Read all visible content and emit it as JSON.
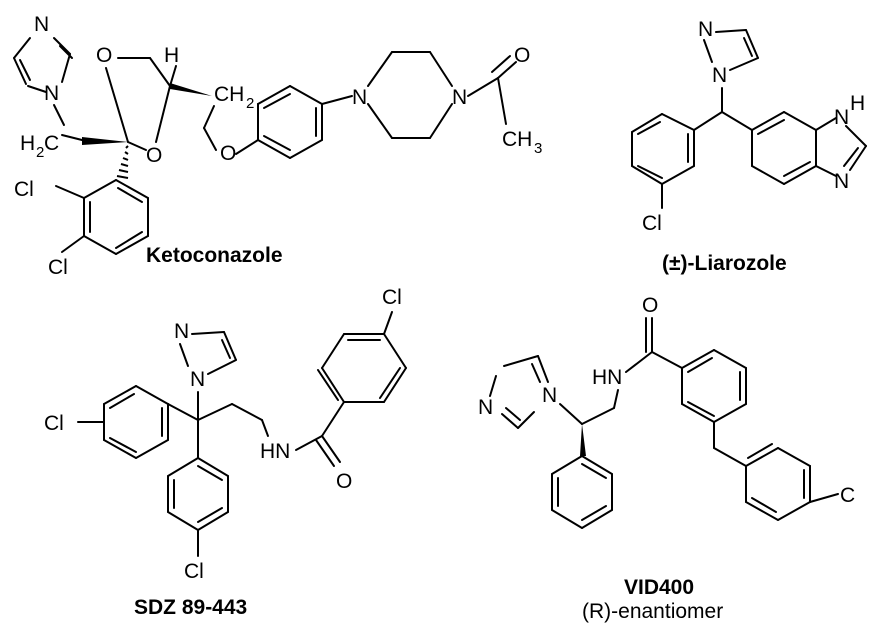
{
  "molecules": [
    {
      "name": "Ketoconazole",
      "atom_labels": {
        "n_ring_top": "N",
        "n_ring_attach": "N",
        "ch2_left": "H",
        "ch2_left_c": "C",
        "ch2_left_sub": "2",
        "o_ring_top": "O",
        "o_ring_bottom": "O",
        "h_stereo": "H",
        "ch2_right_c": "CH",
        "ch2_right_sub": "2",
        "o_ether": "O",
        "n_pip_left": "N",
        "n_pip_right": "N",
        "o_carbonyl": "O",
        "ch3_c": "CH",
        "ch3_sub": "3",
        "cl_top": "Cl",
        "cl_bottom": "Cl"
      }
    },
    {
      "name": "(±)-Liarozole",
      "atom_labels": {
        "n_ring_top": "N",
        "n_ring_attach": "N",
        "nh": "H",
        "nh_n": "N",
        "n_benz": "N",
        "cl": "Cl"
      }
    },
    {
      "name": "SDZ 89-443",
      "atom_labels": {
        "n_ring_top": "N",
        "n_ring_attach": "N",
        "cl_left": "Cl",
        "cl_bottom": "Cl",
        "cl_top": "Cl",
        "hn": "HN",
        "o_carbonyl": "O"
      }
    },
    {
      "name": "VID400",
      "subtitle": "(R)-enantiomer",
      "atom_labels": {
        "n_ring_left": "N",
        "n_ring_attach": "N",
        "hn": "HN",
        "o_carbonyl": "O",
        "cl_right": "C"
      }
    }
  ]
}
